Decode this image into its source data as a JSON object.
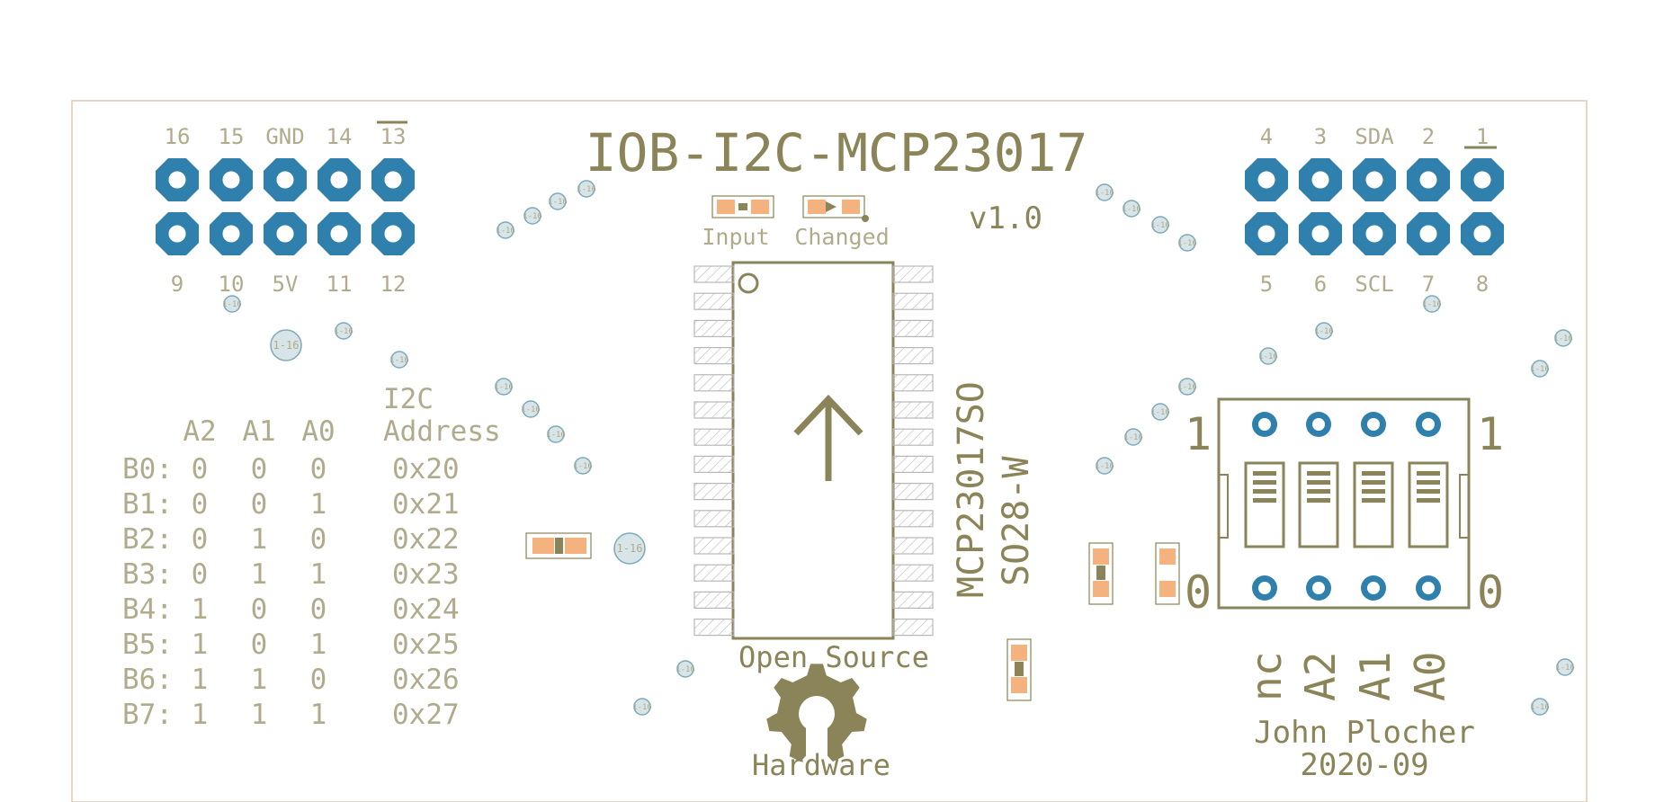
{
  "board": {
    "title": "IOB-I2C-MCP23017",
    "version": "v1.0",
    "author": "John Plocher",
    "date": "2020-09"
  },
  "header_left": {
    "top_labels": [
      "16",
      "15",
      "GND",
      "14",
      "13"
    ],
    "bottom_labels": [
      "9",
      "10",
      "5V",
      "11",
      "12"
    ]
  },
  "header_right": {
    "top_labels": [
      "4",
      "3",
      "SDA",
      "2",
      "1"
    ],
    "bottom_labels": [
      "5",
      "6",
      "SCL",
      "7",
      "8"
    ]
  },
  "leds": {
    "input_label": "Input",
    "changed_label": "Changed"
  },
  "chip": {
    "part": "MCP23017SO",
    "package": "SO28-W"
  },
  "address_table": {
    "heading_line1": "I2C",
    "heading_line2": "Address",
    "columns": [
      "A2",
      "A1",
      "A0"
    ],
    "rows": [
      {
        "label": "B0:",
        "a2": "0",
        "a1": "0",
        "a0": "0",
        "addr": "0x20"
      },
      {
        "label": "B1:",
        "a2": "0",
        "a1": "0",
        "a0": "1",
        "addr": "0x21"
      },
      {
        "label": "B2:",
        "a2": "0",
        "a1": "1",
        "a0": "0",
        "addr": "0x22"
      },
      {
        "label": "B3:",
        "a2": "0",
        "a1": "1",
        "a0": "1",
        "addr": "0x23"
      },
      {
        "label": "B4:",
        "a2": "1",
        "a1": "0",
        "a0": "0",
        "addr": "0x24"
      },
      {
        "label": "B5:",
        "a2": "1",
        "a1": "0",
        "a0": "1",
        "addr": "0x25"
      },
      {
        "label": "B6:",
        "a2": "1",
        "a1": "1",
        "a0": "0",
        "addr": "0x26"
      },
      {
        "label": "B7:",
        "a2": "1",
        "a1": "1",
        "a0": "1",
        "addr": "0x27"
      }
    ]
  },
  "dip_switch": {
    "left_top": "1",
    "right_top": "1",
    "left_bottom": "0",
    "right_bottom": "0",
    "switch_labels": [
      "nc",
      "A2",
      "A1",
      "A0"
    ]
  },
  "logo": {
    "top_text": "Open Source",
    "bottom_text": "Hardware"
  },
  "via_label": "1-16",
  "colors": {
    "silkscreen": "#8a8458",
    "pad_blue": "#2f80ad",
    "smd_orange": "#f4b27e",
    "board_outline": "#e0c8a8"
  }
}
